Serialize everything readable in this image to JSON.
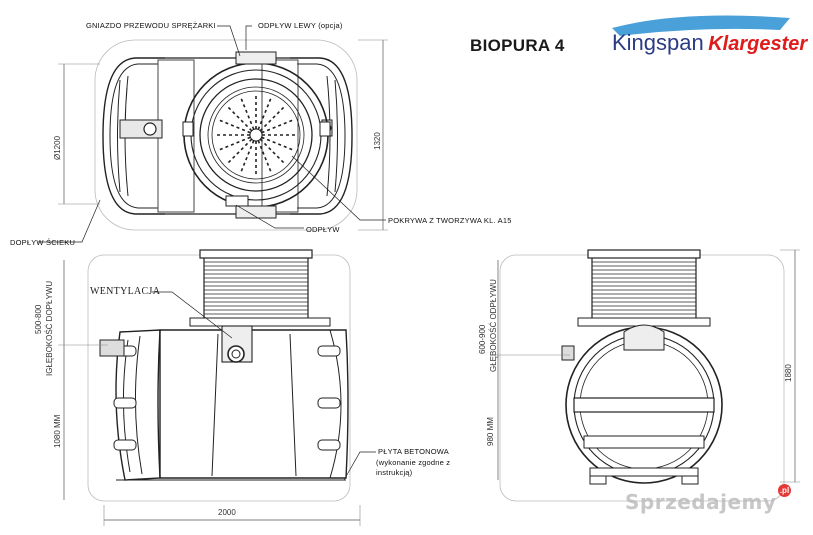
{
  "title": "BIOPURA 4",
  "brand": {
    "primary": "Kingspan",
    "secondary": "Klargester",
    "primary_color": "#2b3b84",
    "secondary_color": "#e01b1b"
  },
  "top_view": {
    "labels": {
      "compressor_socket": "GNIAZDO PRZEWODU SPRĘŻARKI",
      "left_outlet": "ODPŁYW LEWY (opcja)",
      "cover": "POKRYWA Z TWORZYWA KL. A15",
      "outlet": "ODPŁYW",
      "inlet": "DOPŁYW ŚCIEKU"
    },
    "dims": {
      "diameter": "Ø1200",
      "width": "1320"
    }
  },
  "side_view": {
    "labels": {
      "ventilation": "WENTYLACJA"
    },
    "dims": {
      "inlet_depth_range": "500-800",
      "inlet_depth_caption": "IGŁĘBOKOŚĆ DOPŁYWU",
      "height": "1080 MM",
      "length": "2000"
    },
    "slab_label": "PŁYTA BETONOWA",
    "slab_note_line1": "(wykonanie zgodne z",
    "slab_note_line2": "instrukcją)"
  },
  "end_view": {
    "dims": {
      "outlet_depth_range": "600-900",
      "outlet_depth_caption": "GŁĘBOKOŚĆ ODPŁYWU",
      "height": "980 MM",
      "total_height": "1880"
    }
  },
  "watermark": {
    "text": "Sprzedajemy",
    "suffix": ".pl"
  }
}
